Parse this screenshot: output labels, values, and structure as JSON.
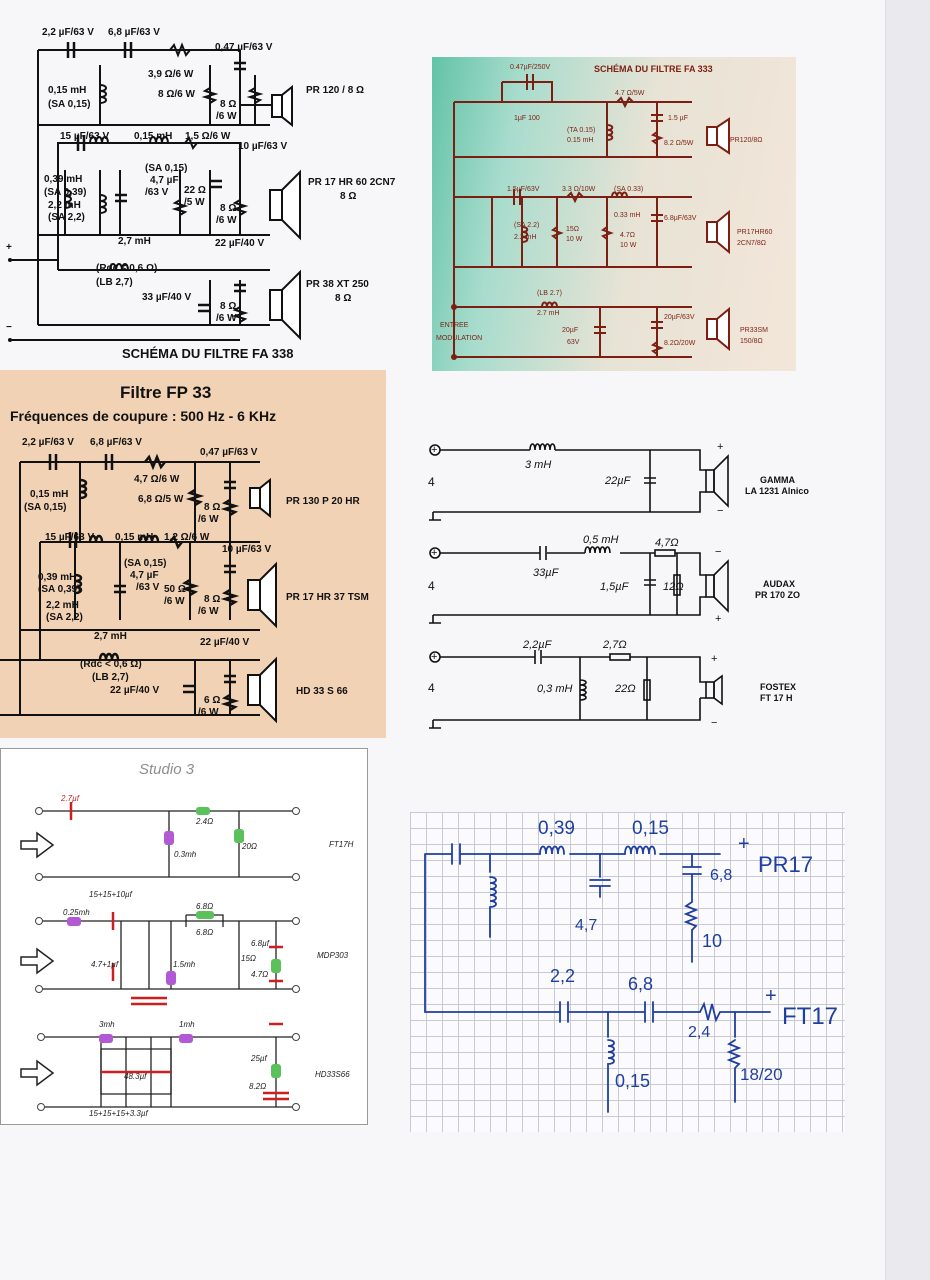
{
  "fa338": {
    "caption": "SCHÉMA DU FILTRE FA 338",
    "labels": {
      "c1": "2,2 µF/63 V",
      "c2": "6,8 µF/63 V",
      "c3": "0,47 µF/63 V",
      "l1": "0,15 mH",
      "l1b": "(SA 0,15)",
      "r1": "3,9 Ω/6 W",
      "r2": "8 Ω/6 W",
      "r3": "8 Ω",
      "r3b": "/6 W",
      "tw": "PR 120 / 8 Ω",
      "c4": "15 µF/63 V",
      "l2": "0,15 mH",
      "r4": "1,5 Ω/6 W",
      "c5": "10 µF/63 V",
      "l3": "0,39 mH",
      "l3b": "(SA 0,39)",
      "l4": "2,2 mH",
      "l4b": "(SA 2,2)",
      "l5": "(SA 0,15)",
      "c6": "4,7 µF",
      "c6b": "/63 V",
      "r5": "22 Ω",
      "r5b": "/5 W",
      "r6": "8 Ω",
      "r6b": "/6 W",
      "mid": "PR 17 HR 60 2CN7",
      "midb": "8 Ω",
      "l6": "2,7 mH",
      "l6b": "(Rdc ≤ 0,6 Ω)",
      "l6c": "(LB 2,7)",
      "c7": "22 µF/40 V",
      "c8": "33 µF/40 V",
      "r7": "8 Ω",
      "r7b": "/6 W",
      "woof": "PR 38 XT 250",
      "woofb": "8 Ω",
      "plus": "+",
      "minus": "−"
    }
  },
  "fa333": {
    "title": "SCHÉMA DU FILTRE FA 333",
    "labels": {
      "c1": "0.47µF/250V",
      "c2": "1µF 100",
      "l1": "(TA 0.15)",
      "l1b": "0.15 mH",
      "r1": "4.7 Ω/5W",
      "c3": "1.5 µF",
      "r2": "8.2 Ω/5W",
      "tw": "PR120/8Ω",
      "c4": "1.5µF/63V",
      "r3": "3.3 Ω/10W",
      "l2": "(SA 0.33)",
      "l2b": "0.33 mH",
      "l3": "(SA 2.2)",
      "l3b": "2.2 mH",
      "r4": "15Ω",
      "r4b": "10 W",
      "r5": "4.7Ω",
      "r5b": "10 W",
      "c5": "6.8µF/63V",
      "mid": "PR17HR60",
      "midb": "2CN7/8Ω",
      "l4": "(LB 2.7)",
      "l4b": "2.7 mH",
      "c6": "20µF",
      "c6b": "63V",
      "c7": "20µF/63V",
      "r6": "8.2Ω/20W",
      "woof": "PR33SM",
      "woofb": "150/8Ω",
      "in1": "ENTREE",
      "in2": "MODULATION"
    }
  },
  "fp33": {
    "title": "Filtre FP 33",
    "subtitle": "Fréquences de coupure : 500 Hz - 6 KHz",
    "labels": {
      "c1": "2,2 µF/63 V",
      "c2": "6,8 µF/63 V",
      "c3": "0,47 µF/63 V",
      "l1": "0,15 mH",
      "l1b": "(SA 0,15)",
      "r1": "4,7 Ω/6 W",
      "r2": "6,8 Ω/5 W",
      "r3": "8 Ω",
      "r3b": "/6 W",
      "tw": "PR 130 P 20 HR",
      "c4": "15 µF/63 V",
      "l2": "0,15 mH",
      "r4": "1,2 Ω/6 W",
      "c5": "10 µF/63 V",
      "l3": "0,39 mH",
      "l3b": "(SA 0,39)",
      "l4": "2,2 mH",
      "l4b": "(SA 2,2)",
      "l5": "(SA 0,15)",
      "c6": "4,7 µF",
      "c6b": "/63 V",
      "r5": "50 Ω",
      "r5b": "/6 W",
      "r6": "8 Ω",
      "r6b": "/6 W",
      "mid": "PR 17 HR 37 TSM",
      "l6": "2,7 mH",
      "l6b": "(Rdc < 0,6 Ω)",
      "l6c": "(LB 2,7)",
      "c7": "22 µF/40 V",
      "c8": "22 µF/40 V",
      "r7": "6 Ω",
      "r7b": "/6 W",
      "woof": "HD 33 S 66"
    }
  },
  "simple": {
    "rows": [
      {
        "l": "3 mH",
        "c": "22µF",
        "name1": "GAMMA",
        "name2": "LA 1231 Alnico"
      },
      {
        "c1": "33µF",
        "l": "0,5 mH",
        "r": "4,7Ω",
        "c": "1,5µF",
        "r2": "12Ω",
        "name1": "AUDAX",
        "name2": "PR 170 ZO"
      },
      {
        "c1": "2,2µF",
        "r": "2,7Ω",
        "l": "0,3 mH",
        "r2": "22Ω",
        "name1": "FOSTEX",
        "name2": "FT 17 H"
      }
    ],
    "sign": "4"
  },
  "studio3": {
    "title": "Studio 3",
    "labels": {
      "c1": "2.7µf",
      "r1": "2.4Ω",
      "l1": "0.3mh",
      "r2": "20Ω",
      "tw": "FT17H",
      "c2": "15+15+10µf",
      "l2": "0.25mh",
      "r3": "6.8Ω",
      "r4": "6.8Ω",
      "c3": "6.8µf",
      "c4": "4.7+1µf",
      "l3": "1.5mh",
      "r5": "15Ω",
      "r6": "4.7Ω",
      "mid": "MDP303",
      "l4": "3mh",
      "l5": "1mh",
      "c5": "48.3µf",
      "c6": "25µf",
      "r7": "8.2Ω",
      "c7": "15+15+15+3.3µf",
      "woof": "HD33S66"
    }
  },
  "sketch": {
    "labels": {
      "l1": "0,39",
      "l2": "0,15",
      "c1": "4,7",
      "c2": "6,8",
      "r1": "10",
      "spk1": "PR17",
      "c3": "2,2",
      "c4": "6,8",
      "r2": "2,4",
      "l3": "0,15",
      "r3": "18/20",
      "spk2": "FT17",
      "plus1": "+",
      "plus2": "+"
    }
  }
}
